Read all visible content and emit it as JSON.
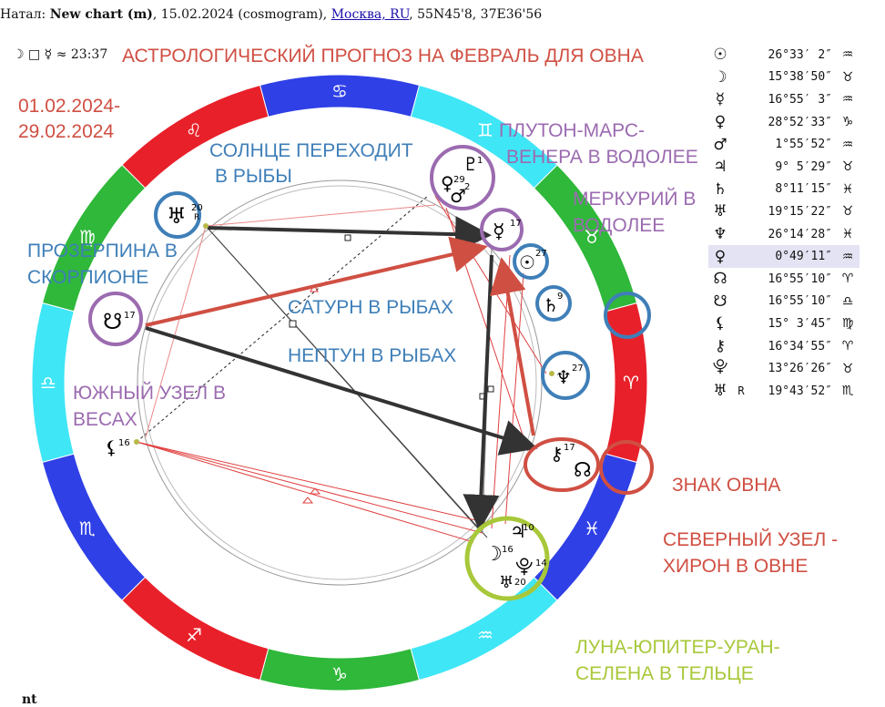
{
  "header": {
    "prefix": "Натал: ",
    "chart_name": "New chart (m)",
    "details": ", 15.02.2024 (cosmogram), ",
    "city_link": "Москва, RU",
    "coords": ", 55N45'8, 37E36'56"
  },
  "aspect_line": "☽ □ ☿ ≈ 23:37",
  "annotations": {
    "main_title": "АСТРОЛОГИЧЕСКИЙ ПРОГНОЗ НА ФЕВРАЛЬ ДЛЯ ОВНА",
    "date_range_1": "01.02.2024-",
    "date_range_2": "29.02.2024",
    "sun_1": "СОЛНЦЕ ПЕРЕХОДИТ",
    "sun_2": "В РЫБЫ",
    "pluto_1": "ПЛУТОН-МАРС-",
    "pluto_2": "ВЕНЕРА В ВОДОЛЕЕ",
    "mercury_1": "МЕРКУРИЙ В",
    "mercury_2": "ВОДОЛЕЕ",
    "proserpina_1": "ПРОЗЕРПИНА В",
    "proserpina_2": "СКОРПИОНЕ",
    "saturn": "САТУРН В РЫБАХ",
    "neptune": "НЕПТУН В РЫБАХ",
    "south_node_1": "ЮЖНЫЙ УЗЕЛ В",
    "south_node_2": "ВЕСАХ",
    "aries_sign": "ЗНАК ОВНА",
    "north_node_1": "СЕВЕРНЫЙ УЗЕЛ -",
    "north_node_2": "ХИРОН В ОВНЕ",
    "moon_1": "ЛУНА-ЮПИТЕР-УРАН-",
    "moon_2": "СЕЛЕНА В ТЕЛЬЦЕ"
  },
  "planets": [
    {
      "symbol": "☉",
      "retro": "",
      "position": "26°33′ 2″",
      "sign": "♒",
      "icon": "sun-icon"
    },
    {
      "symbol": "☽",
      "retro": "",
      "position": "15°38′50″",
      "sign": "♉",
      "icon": "moon-icon"
    },
    {
      "symbol": "☿",
      "retro": "",
      "position": "16°55′ 3″",
      "sign": "♒",
      "icon": "mercury-icon"
    },
    {
      "symbol": "♀",
      "retro": "",
      "position": "28°52′33″",
      "sign": "♑",
      "icon": "venus-icon"
    },
    {
      "symbol": "♂",
      "retro": "",
      "position": "1°55′52″",
      "sign": "♒",
      "icon": "mars-icon"
    },
    {
      "symbol": "♃",
      "retro": "",
      "position": "9° 5′29″",
      "sign": "♉",
      "icon": "jupiter-icon"
    },
    {
      "symbol": "♄",
      "retro": "",
      "position": "8°11′15″",
      "sign": "♓",
      "icon": "saturn-icon"
    },
    {
      "symbol": "♅",
      "retro": "",
      "position": "19°15′22″",
      "sign": "♉",
      "icon": "uranus-icon"
    },
    {
      "symbol": "♆",
      "retro": "",
      "position": "26°14′28″",
      "sign": "♓",
      "icon": "neptune-icon"
    },
    {
      "symbol": "♀",
      "retro": "",
      "position": "0°49′11″",
      "sign": "♒",
      "icon": "pluto-icon",
      "selected": true
    },
    {
      "symbol": "☊",
      "retro": "",
      "position": "16°55′10″",
      "sign": "♈",
      "icon": "north-node-icon"
    },
    {
      "symbol": "☋",
      "retro": "",
      "position": "16°55′10″",
      "sign": "♎",
      "icon": "south-node-icon"
    },
    {
      "symbol": "⚸",
      "retro": "",
      "position": "15° 3′45″",
      "sign": "♍",
      "icon": "lilith-icon"
    },
    {
      "symbol": "⚷",
      "retro": "",
      "position": "16°34′55″",
      "sign": "♈",
      "icon": "chiron-icon"
    },
    {
      "symbol": "⯓",
      "retro": "",
      "position": "13°26′26″",
      "sign": "♉",
      "icon": "selena-icon"
    },
    {
      "symbol": "♅",
      "retro": "R",
      "position": "19°43′52″",
      "sign": "♏",
      "icon": "proserpina-icon"
    }
  ],
  "wheel": {
    "signs": [
      "♈",
      "♉",
      "♊",
      "♋",
      "♌",
      "♍",
      "♎",
      "♏",
      "♐",
      "♑",
      "♒",
      "♓"
    ],
    "sign_colors": [
      "#e8202a",
      "#2fb83a",
      "#3fe6f6",
      "#2f40e6",
      "#e8202a",
      "#2fb83a",
      "#3fe6f6",
      "#2f40e6",
      "#e8202a",
      "#2fb83a",
      "#3fe6f6",
      "#2f40e6"
    ],
    "planet_glyphs": {
      "uranus_r": "♅",
      "uranus_r_deg": "20",
      "uranus_r_flag": "R",
      "pluto": "♇",
      "pluto_deg": "1",
      "venus": "♀",
      "venus_deg": "29",
      "mars": "♂",
      "mars_deg": "2",
      "mercury": "☿",
      "mercury_deg": "17",
      "sun": "☉",
      "sun_deg": "27",
      "saturn": "♄",
      "saturn_deg": "9",
      "neptune": "♆",
      "neptune_deg": "27",
      "south_node": "☋",
      "south_node_deg": "17",
      "lilith": "⚸",
      "lilith_deg": "16",
      "chiron": "⚷",
      "chiron_deg": "17",
      "north_node": "☊",
      "jupiter": "♃",
      "jupiter_deg": "10",
      "moon": "☽",
      "moon_deg": "16",
      "selena": "⯓",
      "selena_deg": "14",
      "uranus": "♅",
      "uranus_deg": "20"
    }
  },
  "footer_text": "nt"
}
